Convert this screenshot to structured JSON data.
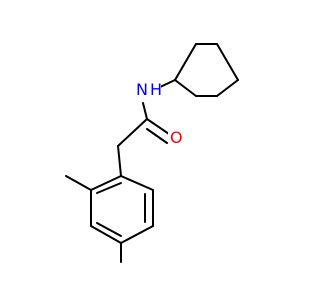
{
  "molecule": {
    "atoms": {
      "nitrogen": {
        "symbol": "N",
        "hydrogen": "H",
        "color": "#0000ff"
      },
      "oxygen": {
        "symbol": "O",
        "color": "#ff0000"
      }
    },
    "bond_color": "#000000",
    "background": "#ffffff"
  }
}
